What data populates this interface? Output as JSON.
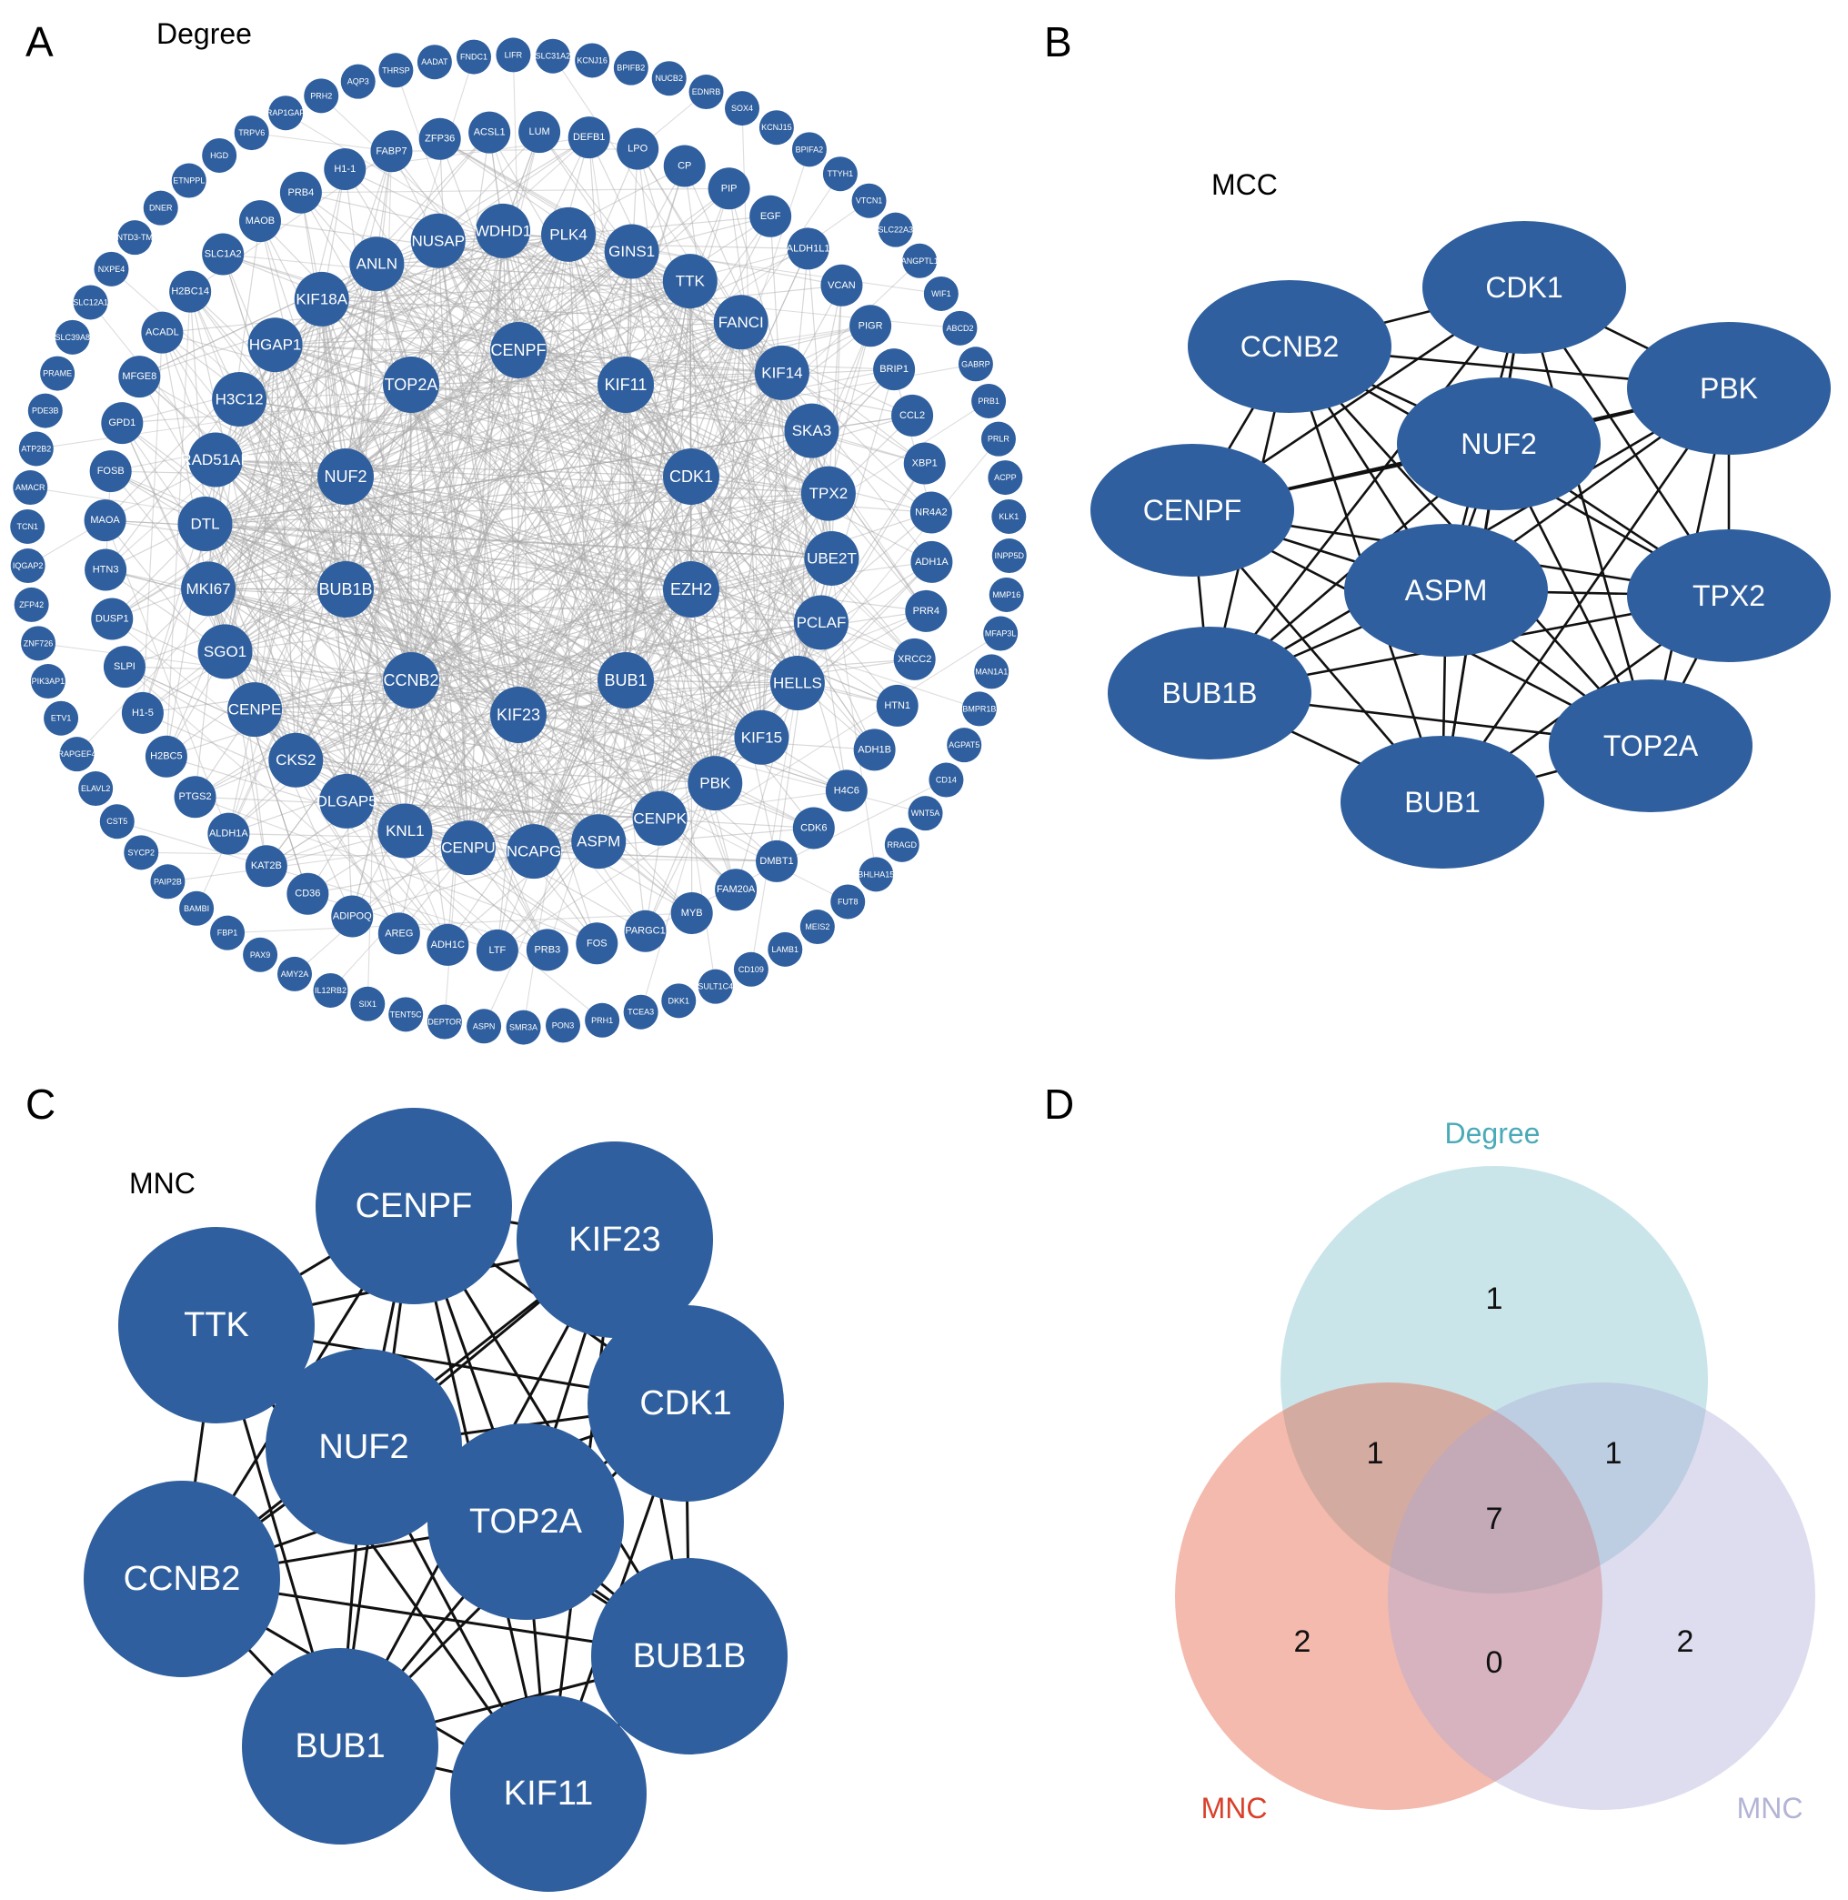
{
  "colors": {
    "node": "#2f5f9e",
    "edge_light": "#a9a9a9",
    "edge_dark": "#111111",
    "venn_degree": "#5aafbf",
    "venn_mnc_left": "#e35a3c",
    "venn_mnc_right": "#a9a9d6",
    "label_degree": "#4aaab8",
    "label_mnc_left": "#d9402a",
    "label_mnc_right": "#b3b3d6"
  },
  "panelA": {
    "letter": "A",
    "title": "Degree",
    "outer_ring": [
      "KCNJ16",
      "BPIFB2",
      "NUCB2",
      "EDNRB",
      "SOX4",
      "KCNJ15",
      "BPIFA2",
      "TTYH1",
      "VTCN1",
      "SLC22A3",
      "ANGPTL1",
      "WIF1",
      "ABCD2",
      "GABRP",
      "PRB1",
      "PRLR",
      "ACPP",
      "KLK1",
      "INPP5D",
      "MMP16",
      "MFAP3L",
      "MAN1A1",
      "BMPR1B",
      "AGPAT5",
      "CD14",
      "WNT5A",
      "RRAGD",
      "BHLHA15",
      "FUT8",
      "MEIS2",
      "LAMB1",
      "CD109",
      "SULT1C4",
      "DKK1",
      "TCEA3",
      "PRH1",
      "PON3",
      "SMR3A",
      "ASPN",
      "DEPTOR",
      "TENT5C",
      "SIX1",
      "IL12RB2",
      "AMY2A",
      "PAX9",
      "FBP1",
      "BAMBI",
      "PAIP2B",
      "SYCP2",
      "CST5",
      "ELAVL2",
      "RAPGEF4",
      "ETV1",
      "PIK3AP1",
      "ZNF726",
      "ZFP42",
      "IQGAP2",
      "TCN1",
      "AMACR",
      "ATP2B2",
      "PDE3B",
      "PRAME",
      "SLC39A8",
      "SLC12A1",
      "NXPE4",
      "NTD3-TM",
      "DNER",
      "ETNPPL",
      "HGD",
      "TRPV6",
      "RAP1GAP",
      "PRH2",
      "AQP3",
      "THRSP",
      "AADAT",
      "FNDC1",
      "LIFR",
      "SLC31A2"
    ],
    "middle_ring": [
      "LUM",
      "DEFB1",
      "LPO",
      "CP",
      "PIP",
      "EGF",
      "ALDH1L1",
      "VCAN",
      "PIGR",
      "BRIP1",
      "CCL2",
      "XBP1",
      "NR4A2",
      "ADH1A",
      "PRR4",
      "XRCC2",
      "HTN1",
      "ADH1B",
      "H4C6",
      "CDK6",
      "DMBT1",
      "FAM20A",
      "MYB",
      "PARGC1",
      "FOS",
      "PRB3",
      "LTF",
      "ADH1C",
      "AREG",
      "ADIPOQ",
      "CD36",
      "KAT2B",
      "ALDH1A",
      "PTGS2",
      "H2BC5",
      "H1-5",
      "SLPI",
      "DUSP1",
      "HTN3",
      "MAOA",
      "FOSB",
      "GPD1",
      "MFGE8",
      "ACADL",
      "H2BC14",
      "SLC1A2",
      "MAOB",
      "PRB4",
      "H1-1",
      "FABP7",
      "ZFP36",
      "ACSL1"
    ],
    "inner_ring": [
      "WDHD1",
      "PLK4",
      "GINS1",
      "TTK",
      "FANCI",
      "KIF14",
      "SKA3",
      "TPX2",
      "UBE2T",
      "PCLAF",
      "HELLS",
      "KIF15",
      "PBK",
      "CENPK",
      "ASPM",
      "NCAPG",
      "CENPU",
      "KNL1",
      "DLGAP5",
      "CKS2",
      "CENPE",
      "SGO1",
      "MKI67",
      "DTL",
      "RAD51AP",
      "H3C12",
      "HGAP1",
      "KIF18A",
      "ANLN",
      "NUSAP"
    ],
    "core": [
      "CENPF",
      "KIF11",
      "CDK1",
      "EZH2",
      "BUB1",
      "KIF23",
      "CCNB2",
      "BUB1B",
      "NUF2",
      "TOP2A"
    ]
  },
  "panelB": {
    "letter": "B",
    "title": "MCC",
    "nodes": [
      "CDK1",
      "CCNB2",
      "PBK",
      "NUF2",
      "CENPF",
      "ASPM",
      "TPX2",
      "BUB1B",
      "TOP2A",
      "BUB1"
    ]
  },
  "panelC": {
    "letter": "C",
    "title": "MNC",
    "nodes": [
      "CENPF",
      "KIF23",
      "TTK",
      "CDK1",
      "NUF2",
      "TOP2A",
      "CCNB2",
      "BUB1B",
      "BUB1",
      "KIF11"
    ]
  },
  "panelD": {
    "letter": "D",
    "sets": {
      "top": "Degree",
      "left": "MNC",
      "right": "MNC"
    },
    "regions": {
      "top_only": "1",
      "top_left": "1",
      "top_right": "1",
      "all": "7",
      "left_only": "2",
      "left_right": "0",
      "right_only": "2"
    }
  }
}
